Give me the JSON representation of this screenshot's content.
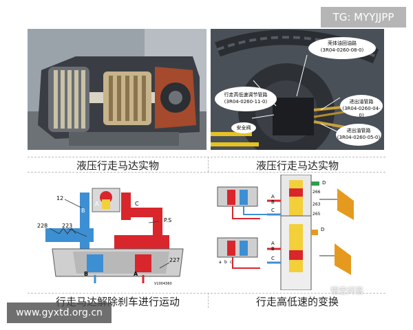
{
  "watermarks": {
    "tg": "TG: MYYJJPP",
    "site": "www.gyxtd.org.cn",
    "corner_logo": "悟空问答"
  },
  "panels": [
    {
      "caption": "液压行走马达实物"
    },
    {
      "caption": "液压行走马达实物"
    },
    {
      "caption": "行走马达解除刹车进行运动"
    },
    {
      "caption": "行走高低速的变换"
    }
  ],
  "photo_labels": [
    "壳体油回油路",
    "(3R04-0260-08-0)",
    "行走高低速调节管路",
    "(3R04-0260-11-0)",
    "安全阀",
    "进出油管路",
    "(3R04-0260-04-0)",
    "进出油管路",
    "(3R04-0260-05-0)"
  ],
  "diagram_left_labels": {
    "n12": "12",
    "n228": "228",
    "n223": "223",
    "n227": "227",
    "ps": "P.S",
    "pa": "A",
    "pb": "B",
    "pc": "C",
    "bottom_b": "B",
    "bottom_a": "A",
    "code": "V1004360"
  },
  "diagram_right_labels": {
    "a1": "A",
    "b1": "B",
    "c1": "C",
    "a2": "A",
    "b2": "B",
    "c2": "C",
    "d1": "D",
    "d2": "D",
    "n266": "266",
    "n263": "263",
    "n265": "265",
    "a_low": "a",
    "b_low": "b",
    "c_low": "c"
  },
  "colors": {
    "hydraulic_red": "#d9262c",
    "hydraulic_blue": "#3d8fd4",
    "accent_green": "#2e9e4a",
    "accent_orange": "#e59a1f",
    "yellow_fill": "#f3cf3a"
  }
}
